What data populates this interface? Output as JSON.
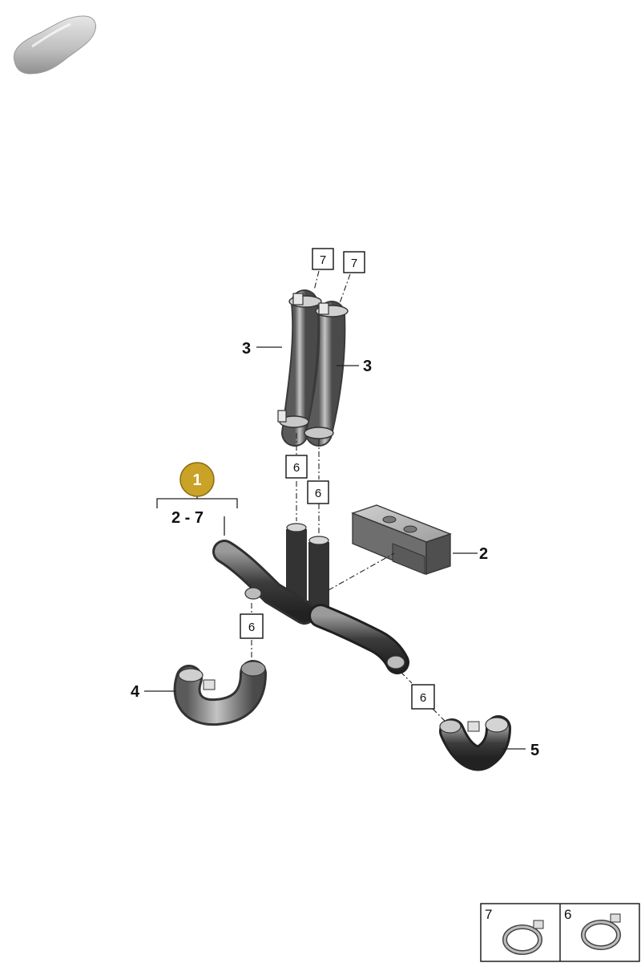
{
  "diagram": {
    "assembly_badge": {
      "number": "1",
      "range": "2 - 7",
      "color": "#c9a227"
    },
    "callouts": {
      "label_2": "2",
      "label_3a": "3",
      "label_3b": "3",
      "label_4": "4",
      "label_5": "5"
    },
    "boxed_refs": {
      "ref_7a": "7",
      "ref_7b": "7",
      "ref_6a": "6",
      "ref_6b": "6",
      "ref_6c": "6",
      "ref_6d": "6"
    },
    "legend": [
      {
        "number": "7",
        "icon": "hose-clamp-icon"
      },
      {
        "number": "6",
        "icon": "spring-clamp-icon"
      }
    ],
    "vehicle_icon": "car-silhouette-icon"
  }
}
